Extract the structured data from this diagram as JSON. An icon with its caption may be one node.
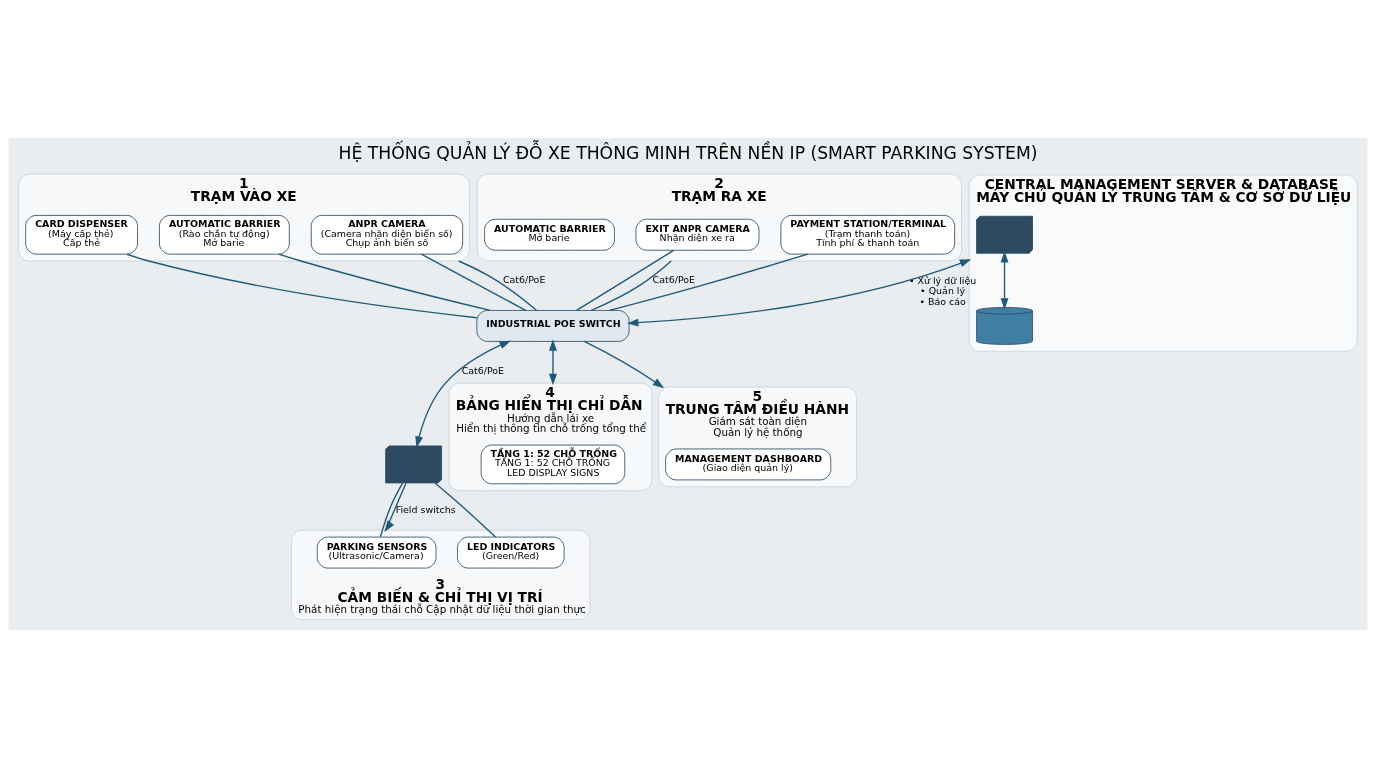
{
  "diagram": {
    "title": "HỆ THỐNG QUẢN LÝ ĐỖ XE THÔNG MINH TRÊN NỀN IP (SMART PARKING SYSTEM)",
    "nodes": [
      {
        "text": [
          "1",
          "TRẠM VÀO XE"
        ]
      },
      {
        "text": [
          "ANPR CAMERA",
          "(Camera nhận diện biển số)",
          "Chụp ảnh biển số"
        ],
        "in": 0
      },
      {
        "text": [
          "CARD DISPENSER",
          "(Máy cấp thẻ)",
          "Cấp thẻ"
        ],
        "in": 0
      },
      {
        "text": [
          "AUTOMATIC BARRIER",
          "(Rào chắn tự động)",
          "Mở barie"
        ],
        "in": 0
      },
      {
        "text": [
          "CENTRAL MANAGEMENT SERVER & DATABASE",
          "MÁY CHỦ QUẢN LÝ TRUNG TÂM & CƠ SỞ DỮ LIỆU"
        ]
      },
      {
        "text": [],
        "shape": "picture",
        "in": 4
      },
      {
        "text": [],
        "shape": "cylinder",
        "in": 4,
        "beside": [
          "• Xử lý dữ liệu",
          "• Quản lý",
          "• Báo cáo"
        ]
      },
      {
        "text": [
          "2",
          "TRẠM RA XE"
        ]
      },
      {
        "text": [
          "EXIT ANPR CAMERA",
          "Nhận diện xe ra"
        ],
        "in": 7
      },
      {
        "text": [
          "PAYMENT STATION/TERMINAL",
          "(Trạm thanh toán)",
          "Tính phí & thanh toán"
        ],
        "in": 7
      },
      {
        "text": [
          "AUTOMATIC BARRIER",
          "Mở barie"
        ],
        "in": 7
      },
      {
        "text": [
          "INDUSTRIAL POE SWITCH"
        ]
      },
      {
        "text": [
          "3",
          "CẢM BIẾN & CHỈ THỊ VỊ TRÍ",
          "Phát hiện trạng thái chỗ Cập nhật dữ liệu thời gian thực"
        ]
      },
      {
        "text": [],
        "shape": "box"
      },
      {
        "text": [
          "PARKING SENSORS",
          "(Ultrasonic/Camera)"
        ],
        "in": 12
      },
      {
        "text": [
          "LED INDICATORS",
          "(Green/Red)"
        ],
        "in": 12
      },
      {
        "text": [
          "4",
          "BẢNG HIỂN THỊ CHỈ DẪN",
          "Hướng dẫn lái xe",
          "Hiển thị thông tin chỗ trống tổng thể"
        ]
      },
      {
        "text": [
          "TẦNG 1: 52 CHỖ TRỐNG",
          "TẦNG 1: 52 CHỖ TRỐNG",
          "LED DISPLAY SIGNS"
        ],
        "in": 16
      },
      {
        "text": [
          "5",
          "TRUNG TÂM ĐIỀU HÀNH",
          "Giám sát toàn diện",
          "Quản lý hệ thống"
        ]
      },
      {
        "text": [
          "MANAGEMENT DASHBOARD",
          "(Giao diện quản lý)"
        ],
        "in": 18
      }
    ],
    "edges": [
      {
        "from": 5,
        "to": 6,
        "arrow": "both"
      },
      {
        "from": 4,
        "to": 11,
        "arrow": "both"
      },
      {
        "from": 1,
        "to": 11,
        "arrow": "none"
      },
      {
        "from": 2,
        "to": 11,
        "arrow": "none"
      },
      {
        "from": 3,
        "to": 11,
        "arrow": "none"
      },
      {
        "from": 0,
        "to": 11,
        "arrow": "none",
        "label": "Cat6/PoE"
      },
      {
        "from": 8,
        "to": 11,
        "arrow": "none"
      },
      {
        "from": 9,
        "to": 11,
        "arrow": "none"
      },
      {
        "from": 7,
        "to": 11,
        "arrow": "none",
        "label": "Cat6/PoE"
      },
      {
        "from": 11,
        "to": 13,
        "arrow": "both",
        "label": "Cat6/PoE"
      },
      {
        "from": 13,
        "to": 15,
        "arrow": "none"
      },
      {
        "from": 13,
        "to": 14,
        "arrow": "none"
      },
      {
        "from": 13,
        "to": 12,
        "arrow": "to",
        "label": "Field switchs"
      },
      {
        "from": 11,
        "to": 16,
        "arrow": "both"
      },
      {
        "from": 11,
        "to": 18,
        "arrow": "to"
      }
    ]
  }
}
